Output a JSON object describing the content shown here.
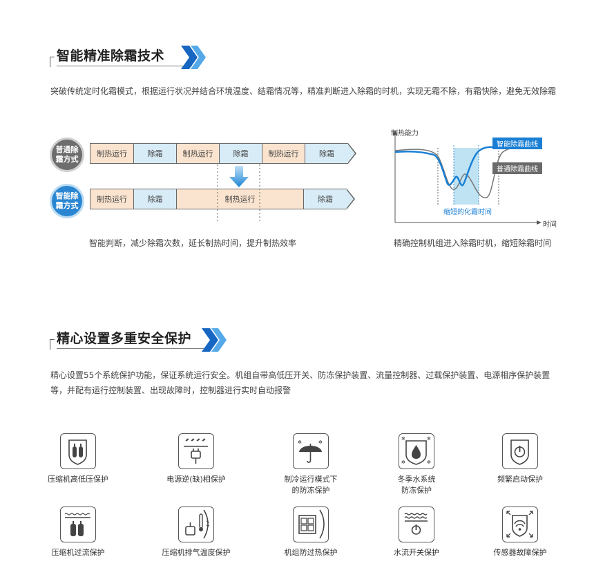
{
  "section1": {
    "title": "智能精准除霜技术",
    "description": "突破传统定时化霜模式，根据运行状况并结合环境温度、结霜情况等，精准判断进入除霜的时机，实现无霜不除，有霜快除，避免无效除霜"
  },
  "timeline": {
    "normal_badge": "普通除霜方式",
    "smart_badge": "智能除霜方式",
    "normal_row": [
      "制热运行",
      "除霜",
      "制热运行",
      "除霜",
      "制热运行",
      "除霜"
    ],
    "smart_row": [
      "制热运行",
      "除霜",
      "制热运行",
      "除霜"
    ],
    "caption": "智能判断，减少除霜次数，延长制热时间，提升制热效率"
  },
  "graph": {
    "y_label": "制热能力",
    "x_label": "时间",
    "smart_curve_label": "智能除霜曲线",
    "normal_curve_label": "普通除霜曲线",
    "shortened_label": "缩短的化霜时间",
    "caption": "精确控制机组进入除霜时机，缩短除霜时间",
    "colors": {
      "smart": "#1a7fd4",
      "normal": "#666666",
      "highlight": "#bfe3f3"
    }
  },
  "section2": {
    "title": "精心设置多重安全保护",
    "description_line1": "精心设置55个系统保护功能，保证系统运行安全。机组自带高低压开关、防冻保护装置、流量控制器、过载保护装置、电源相序保护装置",
    "description_line2": "等，并配有运行控制装置、出现故障时，控制器进行实时自动报警"
  },
  "protections": [
    {
      "label": "压缩机高低压保护",
      "icon": "compressor-shield-icon"
    },
    {
      "label": "电源逆(缺)相保护",
      "icon": "power-plug-icon"
    },
    {
      "label_line1": "制冷运行模式下",
      "label_line2": "的防冻保护",
      "icon": "umbrella-snow-icon"
    },
    {
      "label_line1": "冬季水系统",
      "label_line2": "防冻保护",
      "icon": "water-drop-snow-icon"
    },
    {
      "label": "频繁启动保护",
      "icon": "power-shield-icon"
    },
    {
      "label": "压缩机过流保护",
      "icon": "compressor-wave-icon"
    },
    {
      "label": "压缩机排气温度保护",
      "icon": "thermometer-icon"
    },
    {
      "label": "机组防过热保护",
      "icon": "unit-heat-icon"
    },
    {
      "label": "水流开关保护",
      "icon": "water-flow-switch-icon"
    },
    {
      "label": "传感器故障保护",
      "icon": "sensor-shield-icon"
    }
  ]
}
